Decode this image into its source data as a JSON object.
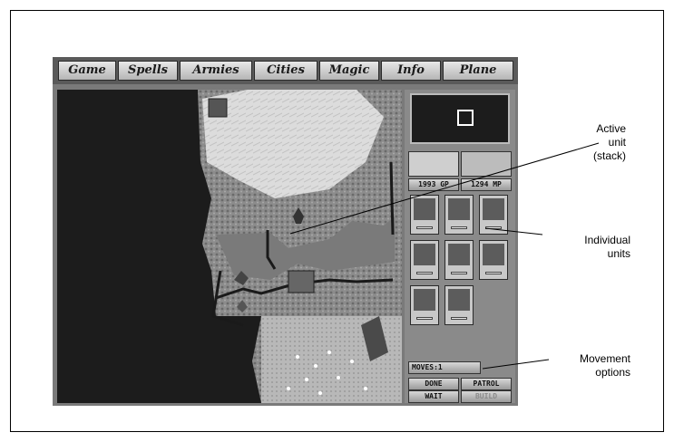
{
  "menu": [
    {
      "label": "Game"
    },
    {
      "label": "Spells"
    },
    {
      "label": "Armies"
    },
    {
      "label": "Cities"
    },
    {
      "label": "Magic"
    },
    {
      "label": "Info"
    },
    {
      "label": "Plane"
    }
  ],
  "resources": {
    "gold": "1993 GP",
    "mana": "1294 MP"
  },
  "moves": {
    "label": "MOVES:1"
  },
  "buttons": {
    "done": "DONE",
    "patrol": "PATROL",
    "wait": "WAIT",
    "build": "BUILD"
  },
  "units_count": 8,
  "callouts": {
    "active_unit": [
      "Active",
      "unit",
      "(stack)"
    ],
    "individual_units": [
      "Individual",
      "units"
    ],
    "movement_options": [
      "Movement",
      "options"
    ]
  },
  "colors": {
    "menu_bg": "#5a5a5a",
    "terrain_dark": "#1c1c1c",
    "snow": "#dcdcdc",
    "forest": "#8c8c8c"
  }
}
